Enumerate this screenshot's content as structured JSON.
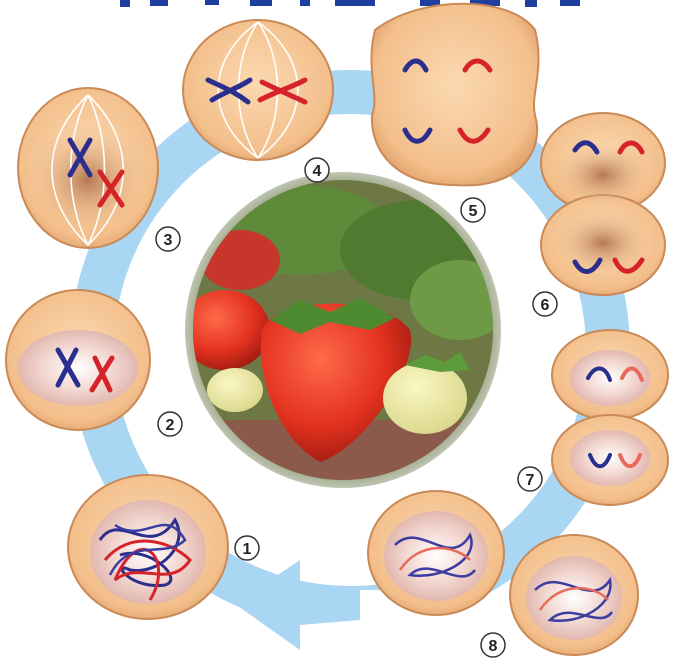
{
  "diagram": {
    "steps": [
      {
        "number": "1"
      },
      {
        "number": "2"
      },
      {
        "number": "3"
      },
      {
        "number": "4"
      },
      {
        "number": "5"
      },
      {
        "number": "6"
      },
      {
        "number": "7"
      },
      {
        "number": "8"
      }
    ],
    "colors": {
      "arrow": "#9fd0ef",
      "cell_fill": "#f5c79a",
      "cell_edge": "#d08a55",
      "nucleus": "#f3d8cf",
      "chromosome_a": "#2a2e8c",
      "chromosome_b": "#d6232a",
      "spindle": "#ffffff",
      "title_fragment": "#1f3fa0"
    }
  }
}
